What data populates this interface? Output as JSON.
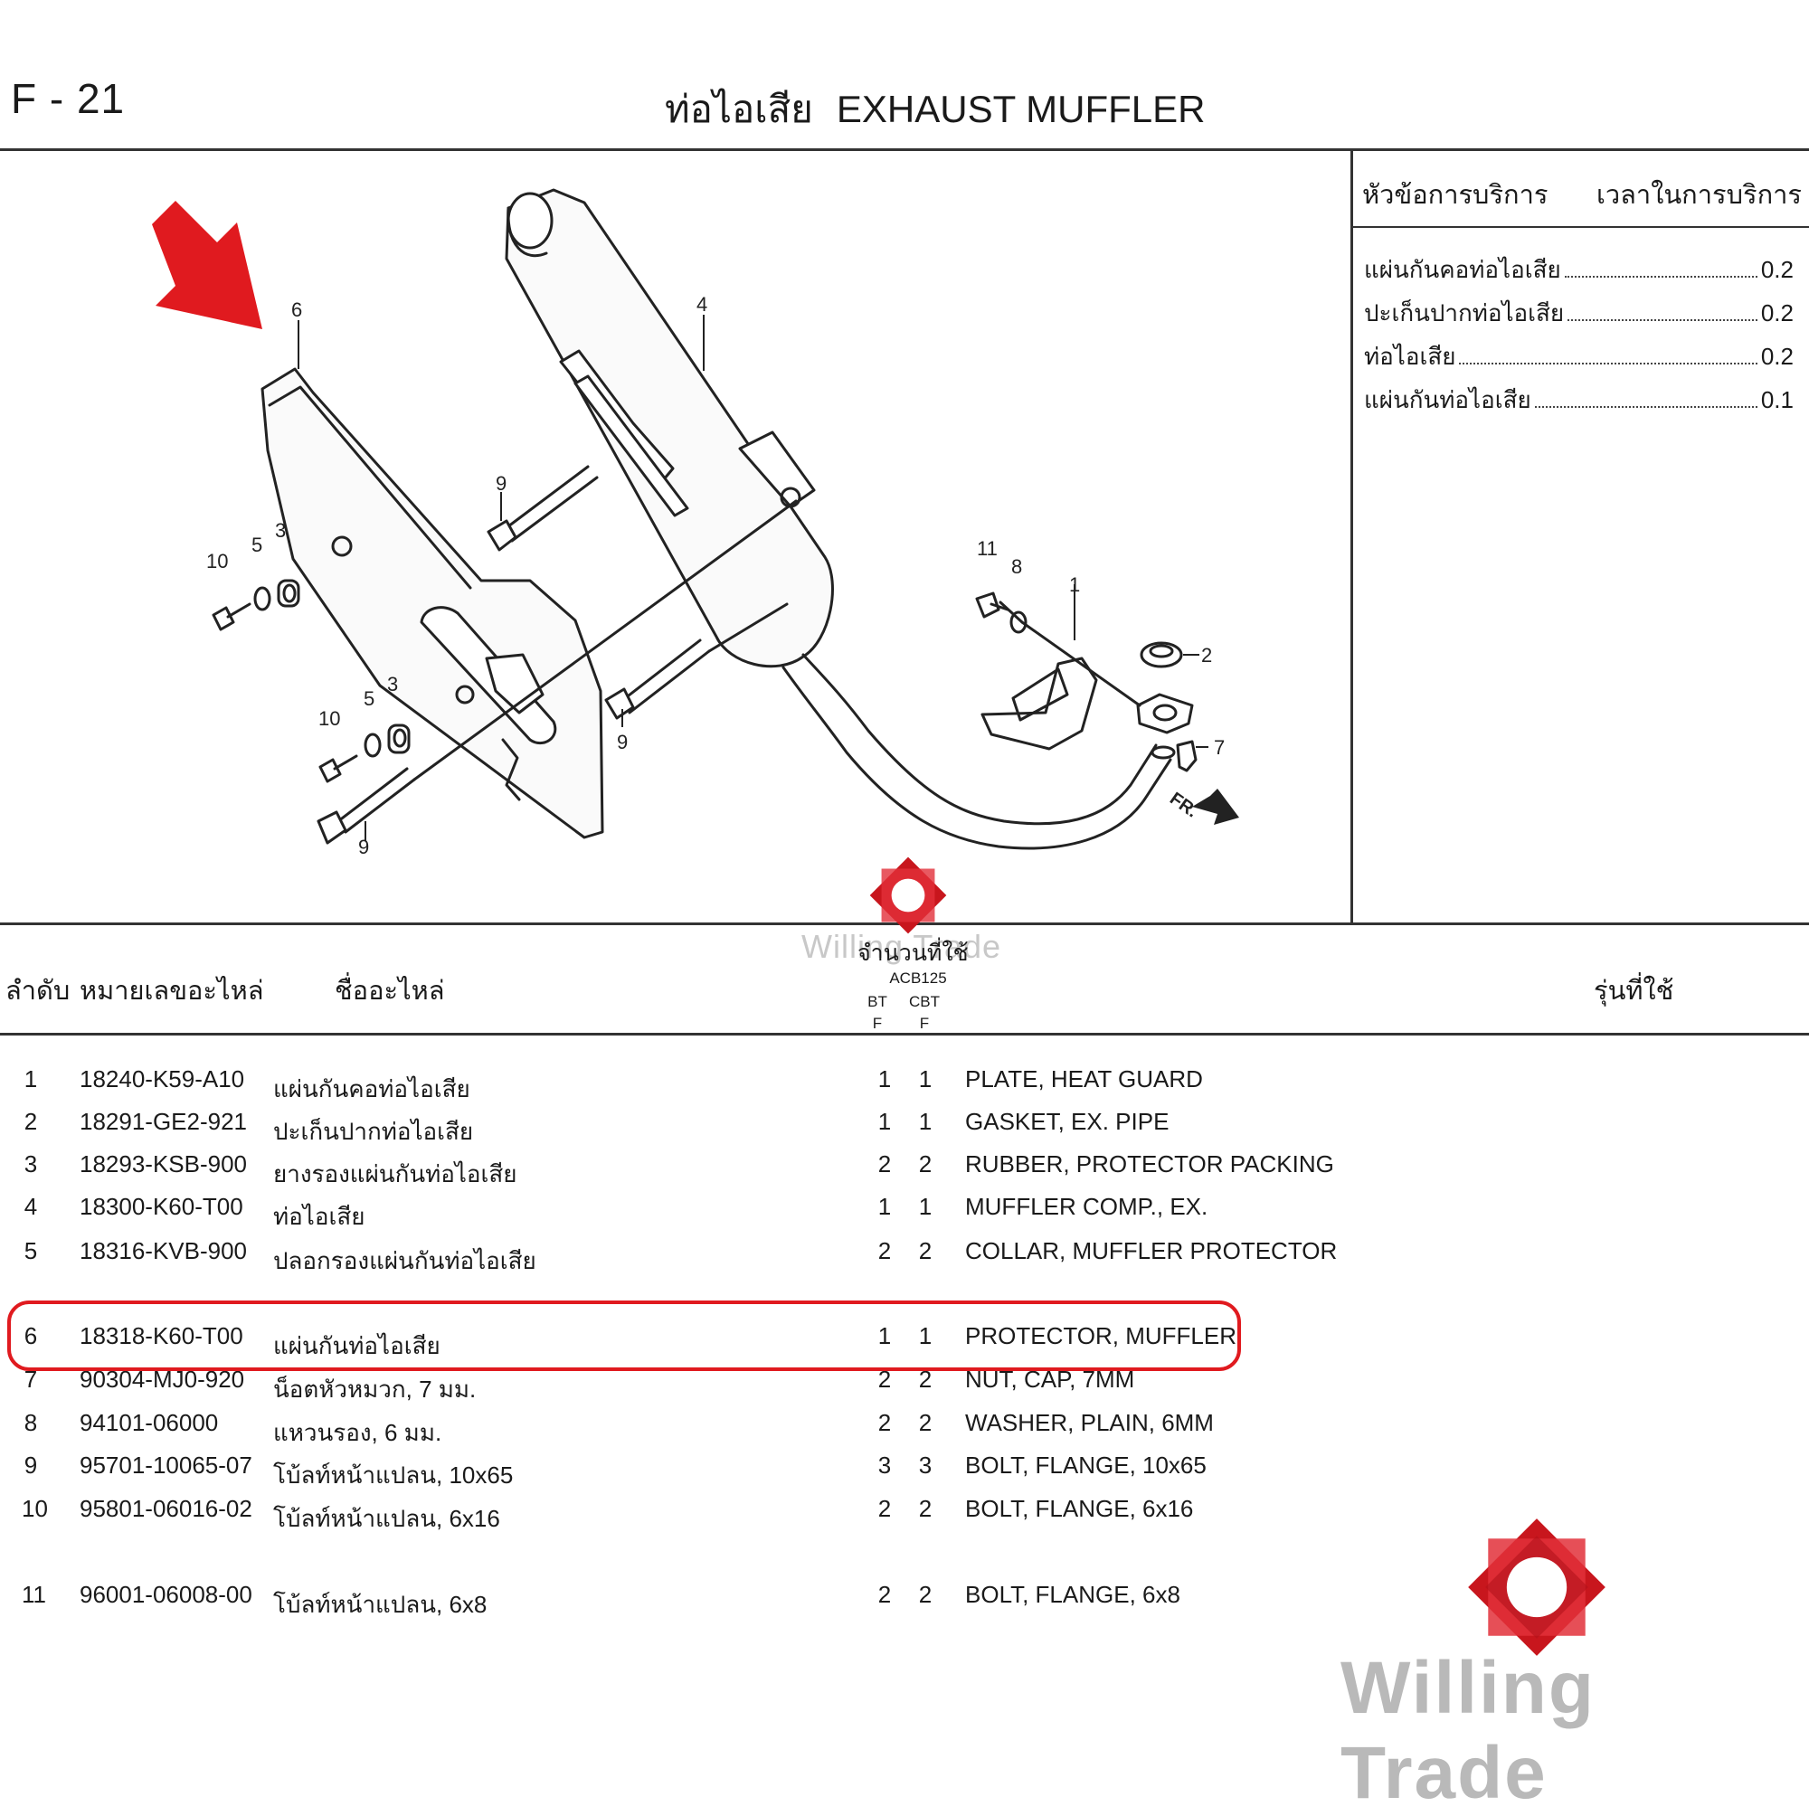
{
  "header": {
    "page_code": "F - 21",
    "title_th": "ท่อไอเสีย",
    "title_en": "EXHAUST MUFFLER"
  },
  "service": {
    "head_left": "หัวข้อการบริการ",
    "head_right": "เวลาในการบริการ",
    "rows": [
      {
        "label": "แผ่นกันคอท่อไอเสีย",
        "time": "0.2"
      },
      {
        "label": "ปะเก็นปากท่อไอเสีย",
        "time": "0.2"
      },
      {
        "label": "ท่อไอเสีย",
        "time": "0.2"
      },
      {
        "label": "แผ่นกันท่อไอเสีย",
        "time": "0.1"
      }
    ]
  },
  "diagram": {
    "callouts": [
      "1",
      "2",
      "3",
      "3",
      "4",
      "5",
      "5",
      "6",
      "7",
      "8",
      "9",
      "9",
      "9",
      "10",
      "10",
      "11"
    ],
    "front_label": "FR.",
    "arrow_color": "#e01a1f"
  },
  "table": {
    "col_no": "ลำดับ",
    "col_part_no": "หมายเลขอะไหล่",
    "col_name": "ชื่ออะไหล่",
    "col_qty": "จำนวนที่ใช้",
    "col_models": "รุ่นที่ใช้",
    "model_name": "ACB125",
    "variant_1_top": "BT",
    "variant_1_bottom": "F",
    "variant_2_top": "CBT",
    "variant_2_bottom": "F",
    "rows": [
      {
        "no": "1",
        "part_no": "18240-K59-A10",
        "name_th": "แผ่นกันคอท่อไอเสีย",
        "q1": "1",
        "q2": "1",
        "name_en": "PLATE, HEAT GUARD"
      },
      {
        "no": "2",
        "part_no": "18291-GE2-921",
        "name_th": "ปะเก็นปากท่อไอเสีย",
        "q1": "1",
        "q2": "1",
        "name_en": "GASKET, EX. PIPE"
      },
      {
        "no": "3",
        "part_no": "18293-KSB-900",
        "name_th": "ยางรองแผ่นกันท่อไอเสีย",
        "q1": "2",
        "q2": "2",
        "name_en": "RUBBER, PROTECTOR PACKING"
      },
      {
        "no": "4",
        "part_no": "18300-K60-T00",
        "name_th": "ท่อไอเสีย",
        "q1": "1",
        "q2": "1",
        "name_en": "MUFFLER COMP., EX."
      },
      {
        "no": "5",
        "part_no": "18316-KVB-900",
        "name_th": "ปลอกรองแผ่นกันท่อไอเสีย",
        "q1": "2",
        "q2": "2",
        "name_en": "COLLAR, MUFFLER PROTECTOR"
      },
      {
        "no": "6",
        "part_no": "18318-K60-T00",
        "name_th": "แผ่นกันท่อไอเสีย",
        "q1": "1",
        "q2": "1",
        "name_en": "PROTECTOR, MUFFLER"
      },
      {
        "no": "7",
        "part_no": "90304-MJ0-920",
        "name_th": "น็อตหัวหมวก, 7 มม.",
        "q1": "2",
        "q2": "2",
        "name_en": "NUT, CAP, 7MM"
      },
      {
        "no": "8",
        "part_no": "94101-06000",
        "name_th": "แหวนรอง, 6 มม.",
        "q1": "2",
        "q2": "2",
        "name_en": "WASHER, PLAIN, 6MM"
      },
      {
        "no": "9",
        "part_no": "95701-10065-07",
        "name_th": "โบ้ลท์หน้าแปลน, 10x65",
        "q1": "3",
        "q2": "3",
        "name_en": "BOLT, FLANGE, 10x65"
      },
      {
        "no": "10",
        "part_no": "95801-06016-02",
        "name_th": "โบ้ลท์หน้าแปลน, 6x16",
        "q1": "2",
        "q2": "2",
        "name_en": "BOLT, FLANGE, 6x16"
      },
      {
        "no": "11",
        "part_no": "96001-06008-00",
        "name_th": "โบ้ลท์หน้าแปลน, 6x8",
        "q1": "2",
        "q2": "2",
        "name_en": "BOLT, FLANGE, 6x8"
      }
    ]
  },
  "watermark": {
    "text_small": "Willing Trade",
    "text_big": "Willing Trade",
    "logo_color": "#c8161d"
  }
}
